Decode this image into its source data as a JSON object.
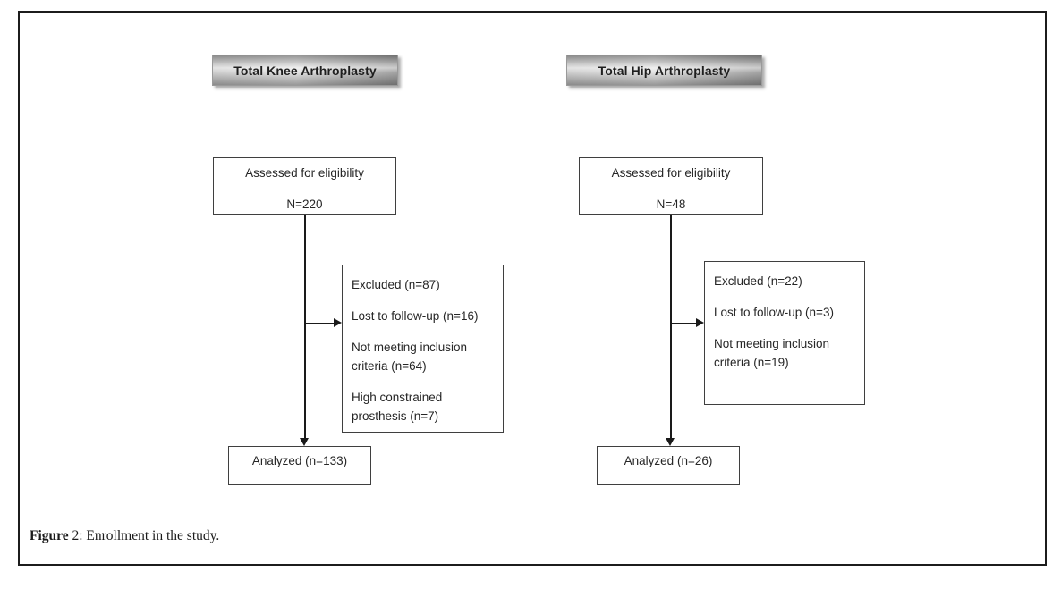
{
  "caption": {
    "label": "Figure",
    "rest": "2: Enrollment in the study."
  },
  "columns": [
    {
      "title": "Total Knee Arthroplasty",
      "assessed_line1": "Assessed for eligibility",
      "assessed_line2": "N=220",
      "excluded_lines": [
        "Excluded (n=87)",
        "Lost to follow-up (n=16)",
        "Not meeting inclusion criteria (n=64)",
        "High constrained prosthesis (n=7)"
      ],
      "analyzed": "Analyzed (n=133)"
    },
    {
      "title": "Total Hip Arthroplasty",
      "assessed_line1": "Assessed for eligibility",
      "assessed_line2": "N=48",
      "excluded_lines": [
        "Excluded (n=22)",
        "Lost to follow-up (n=3)",
        "Not meeting inclusion criteria (n=19)"
      ],
      "analyzed": "Analyzed (n=26)"
    }
  ],
  "colors": {
    "frame_border": "#1c1c1c",
    "box_border": "#3f3f3f",
    "connector": "#1a1a1a",
    "text": "#262626",
    "title_gradient_light": "#dcdcdc",
    "title_gradient_dark": "#8f8f8f"
  }
}
